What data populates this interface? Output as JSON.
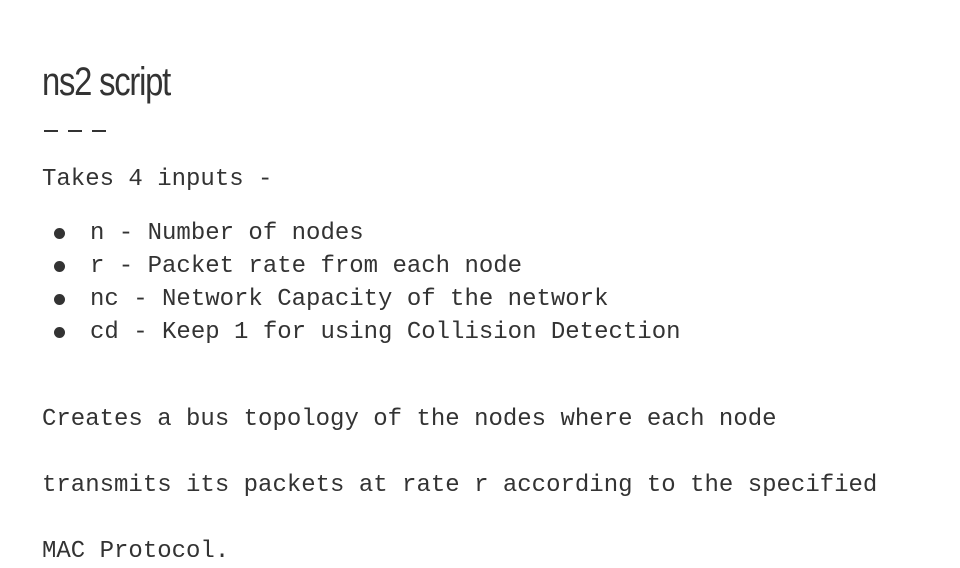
{
  "slide": {
    "title": "ns2 script",
    "intro": "Takes 4 inputs -",
    "bullets": [
      "n - Number of nodes",
      "r - Packet rate from each node",
      "nc - Network Capacity of the network",
      "cd - Keep 1 for using Collision Detection"
    ],
    "outro_lines": [
      "Creates a bus topology of the nodes where each node",
      "transmits its packets at rate r according to the specified",
      "MAC Protocol."
    ]
  }
}
